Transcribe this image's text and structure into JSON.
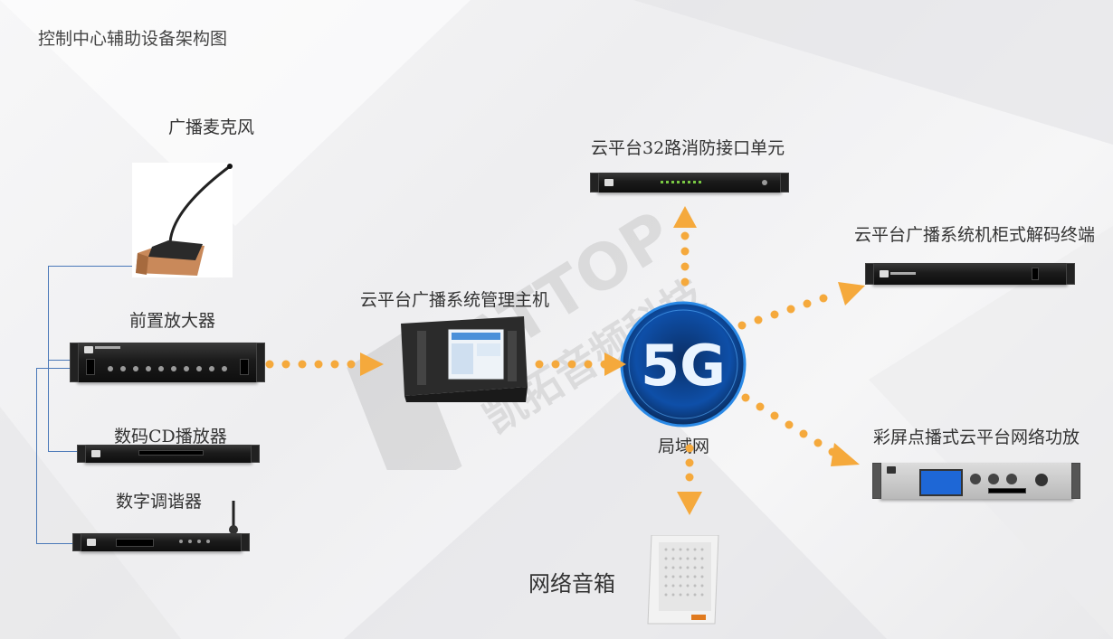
{
  "page_title": "控制中心辅助设备架构图",
  "devices": {
    "microphone": "广播麦克风",
    "preamp": "前置放大器",
    "cd_player": "数码CD播放器",
    "tuner": "数字调谐器",
    "host": "云平台广播系统管理主机",
    "fire_interface": "云平台32路消防接口单元",
    "cabinet_decoder": "云平台广播系统机柜式解码终端",
    "amplifier": "彩屏点播式云平台网络功放",
    "speaker": "网络音箱"
  },
  "network": {
    "badge": "5G",
    "label": "局域网"
  },
  "watermark": {
    "brand": "RATTOP",
    "cn": "凯拓音频科技"
  },
  "colors": {
    "arrow": "#f5a93c",
    "wire": "#4a78b8",
    "badge_blue": "#1266c4"
  },
  "icons": [
    "microphone-icon",
    "rack-device-icon",
    "speaker-icon",
    "5g-network-icon",
    "watermark-logo-icon"
  ]
}
